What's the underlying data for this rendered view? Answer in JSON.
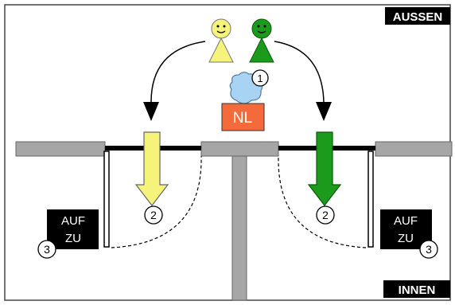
{
  "labels": {
    "outside": "AUSSEN",
    "inside": "INNEN",
    "nl": "NL",
    "panel_left": [
      "AUF",
      "ZU"
    ],
    "panel_right": [
      "AUF",
      "ZU"
    ]
  },
  "markers": {
    "one": "1",
    "two_left": "2",
    "two_right": "2",
    "three_left": "3",
    "three_right": "3"
  },
  "colors": {
    "yellow_person": "#f5f37a",
    "green_person": "#1c9a1c",
    "nl_box": "#f36b3b",
    "reader": "#a9d3f2",
    "wall": "#a6a6a6",
    "panel": "#000000"
  }
}
